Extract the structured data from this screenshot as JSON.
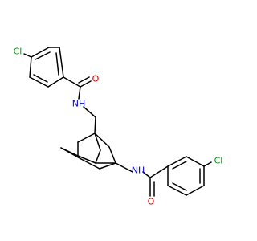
{
  "molecule": {
    "atoms": {
      "cl_1": {
        "label": "Cl",
        "color": "#00a000"
      },
      "o_1": {
        "label": "O",
        "color": "#e00000"
      },
      "nh_1": {
        "label": "NH",
        "color": "#0000e0"
      },
      "nh_2": {
        "label": "NH",
        "color": "#0000e0"
      },
      "o_2": {
        "label": "O",
        "color": "#e00000"
      },
      "cl_2": {
        "label": "Cl",
        "color": "#00a000"
      }
    },
    "bond_color": "#000000",
    "background": "#ffffff"
  }
}
